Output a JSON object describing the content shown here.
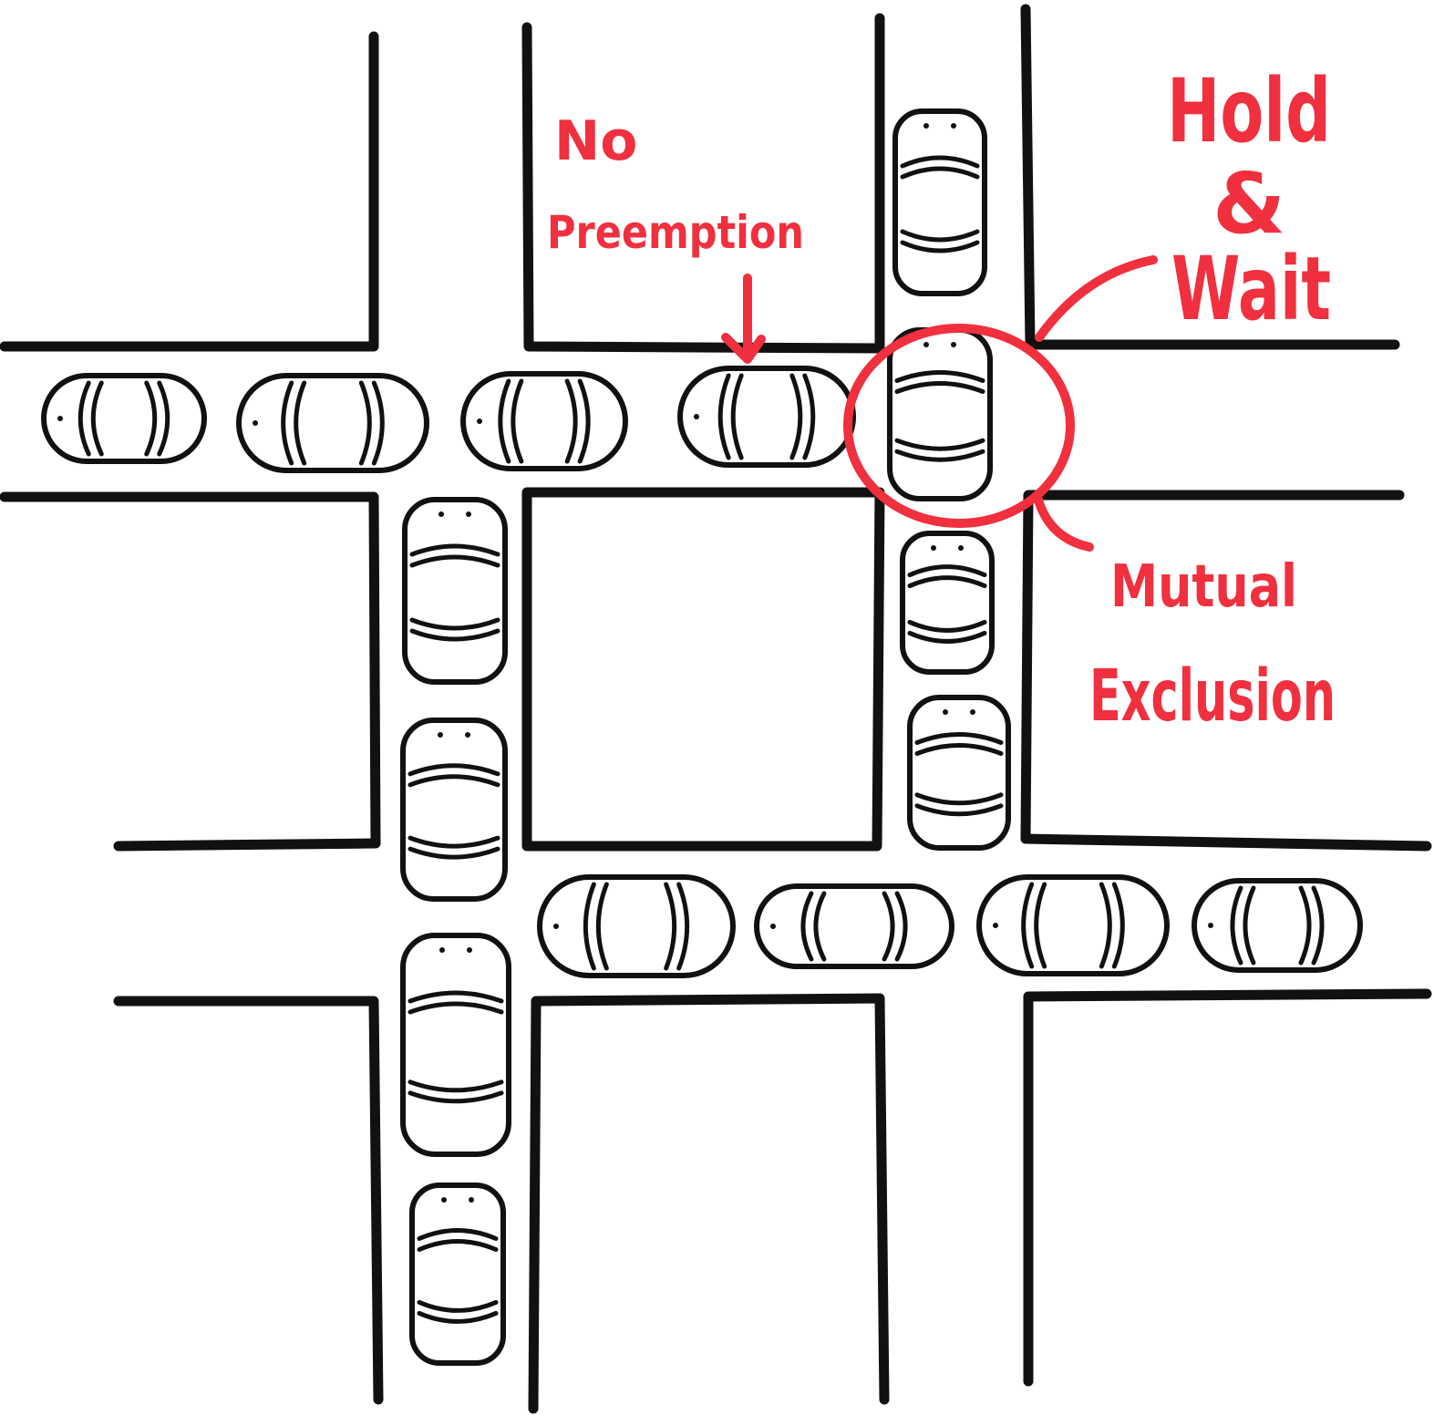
{
  "colors": {
    "annotation": "#f0303e",
    "ink": "#111111",
    "background": "#ffffff"
  },
  "labels": {
    "no": "No",
    "preemption": "Preemption",
    "hold": "Hold",
    "ampersand": "&",
    "wait": "Wait",
    "mutual": "Mutual",
    "exclusion": "Exclusion"
  }
}
